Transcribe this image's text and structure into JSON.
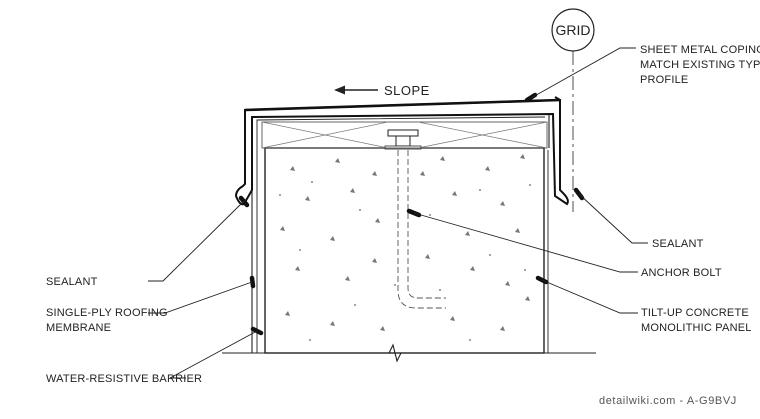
{
  "grid_label": "GRID",
  "slope_label": "SLOPE",
  "labels": {
    "coping_line1": "SHEET METAL COPING,",
    "coping_line2": "MATCH EXISTING TYPE AN",
    "coping_line3": "PROFILE",
    "sealant_right": "SEALANT",
    "anchor_bolt": "ANCHOR BOLT",
    "panel_line1": "TILT-UP CONCRETE",
    "panel_line2": "MONOLITHIC PANEL",
    "sealant_left": "SEALANT",
    "membrane_line1": "SINGLE-PLY ROOFING",
    "membrane_line2": "MEMBRANE",
    "barrier": "WATER-RESISTIVE BARRIER"
  },
  "watermark": "detailwiki.com - A-G9BVJ"
}
